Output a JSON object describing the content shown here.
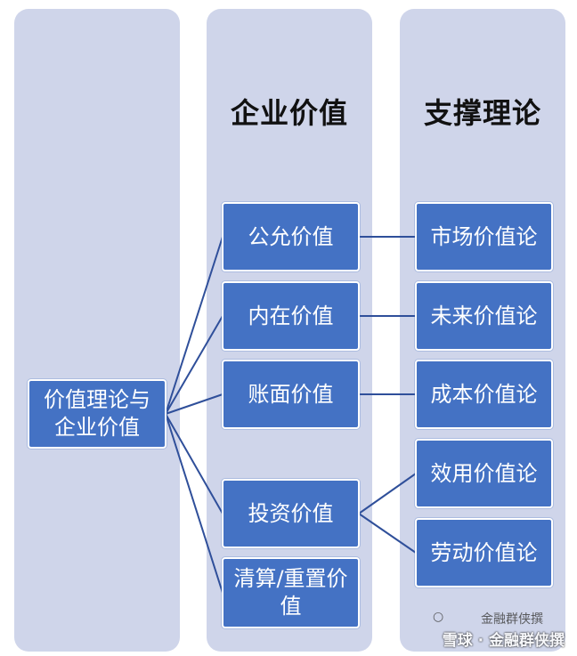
{
  "columns": {
    "value_title": "企业价值",
    "theory_title": "支撑理论"
  },
  "root": {
    "label": "价值理论与\n企业价值"
  },
  "values": [
    {
      "label": "公允价值"
    },
    {
      "label": "内在价值"
    },
    {
      "label": "账面价值"
    },
    {
      "label": "投资价值"
    },
    {
      "label": "清算/重置价\n值"
    }
  ],
  "theories": [
    {
      "label": "市场价值论"
    },
    {
      "label": "未来价值论"
    },
    {
      "label": "成本价值论"
    },
    {
      "label": "效用价值论"
    },
    {
      "label": "劳动价值论"
    }
  ],
  "links": [
    {
      "from": "公允价值",
      "to": "市场价值论"
    },
    {
      "from": "内在价值",
      "to": "未来价值论"
    },
    {
      "from": "账面价值",
      "to": "成本价值论"
    },
    {
      "from": "投资价值",
      "to": "效用价值论"
    },
    {
      "from": "投资价值",
      "to": "劳动价值论"
    }
  ],
  "watermark": {
    "line1": "金融群侠撰",
    "line2": "雪球 · 金融群侠撰"
  },
  "colors": {
    "column_bg": "#cfd5ea",
    "box_fill": "#4472c4",
    "connector": "#2f4f9a"
  }
}
